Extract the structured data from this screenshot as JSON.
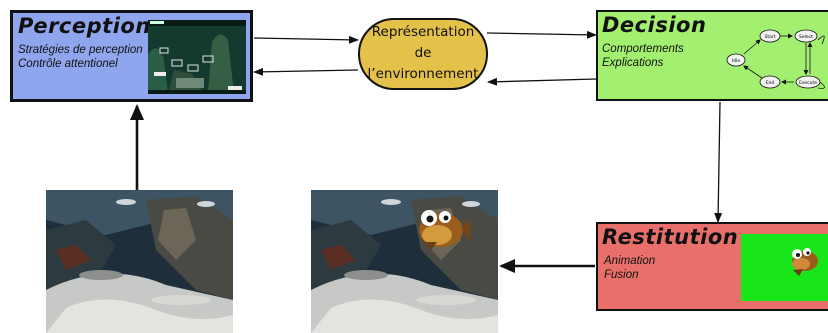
{
  "perception": {
    "title": "Perception",
    "lines": [
      "Stratégies de perception",
      "Contrôle attentionel"
    ]
  },
  "representation": {
    "lines": [
      "Représentation",
      "de",
      "l’environnement"
    ]
  },
  "decision": {
    "title": "Decision",
    "lines": [
      "Comportements",
      "Explications"
    ],
    "states": [
      "Start",
      "Select",
      "Execute",
      "End",
      "Idle"
    ]
  },
  "restitution": {
    "title": "Restitution",
    "lines": [
      "Animation",
      "Fusion"
    ]
  },
  "colors": {
    "perception": "#8fa5ee",
    "representation": "#e4c24a",
    "decision": "#a3ef70",
    "restitution": "#e9706a",
    "green_screen": "#19e619"
  }
}
